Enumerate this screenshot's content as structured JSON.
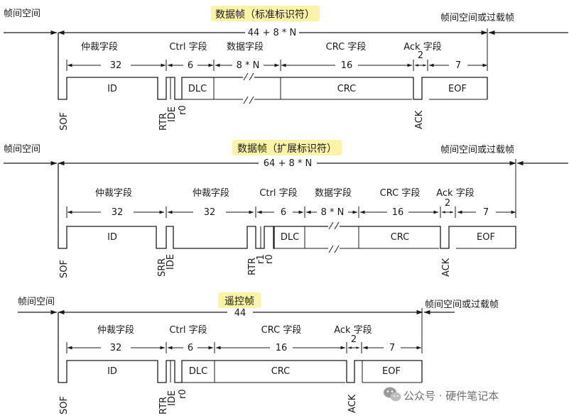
{
  "colors": {
    "title_highlight": "#fbf3a6",
    "ink": "#1a1a1a",
    "watermark": "#6f6f6f"
  },
  "watermark": {
    "icon": "wechat-icon",
    "text": "公众号 · 硬件笔记本"
  },
  "frames": [
    {
      "title": "数据帧（标准标识符）",
      "interframe_left": "帧间空间",
      "interframe_right": "帧间空间或过载帧",
      "total_length": "44 + 8 * N",
      "groups": [
        {
          "label": "仲裁字段"
        },
        {
          "label": "Ctrl 字段"
        },
        {
          "label": "数据字段"
        },
        {
          "label": "CRC 字段"
        },
        {
          "label": "Ack 字段"
        }
      ],
      "dimensions": [
        "32",
        "6",
        "8 * N",
        "16",
        "2",
        "7"
      ],
      "fields": [
        "ID",
        "DLC",
        "CRC",
        "EOF"
      ],
      "bits": [
        "SOF",
        "RTR",
        "IDE",
        "r0",
        "ACK"
      ]
    },
    {
      "title": "数据帧（扩展标识符）",
      "interframe_left": "帧间空间",
      "interframe_right": "帧间空间或过载帧",
      "total_length": "64 + 8 * N",
      "groups": [
        {
          "label": "仲裁字段"
        },
        {
          "label": "仲裁字段"
        },
        {
          "label": "Ctrl 字段"
        },
        {
          "label": "数据字段"
        },
        {
          "label": "CRC 字段"
        },
        {
          "label": "Ack 字段"
        }
      ],
      "dimensions": [
        "32",
        "32",
        "6",
        "8 * N",
        "16",
        "2",
        "7"
      ],
      "fields": [
        "ID",
        "DLC",
        "CRC",
        "EOF"
      ],
      "bits": [
        "SOF",
        "SRR",
        "IDE",
        "RTR",
        "r1",
        "r0",
        "ACK"
      ]
    },
    {
      "title": "遥控帧",
      "interframe_left": "帧间空间",
      "interframe_right": "帧间空间或过载帧",
      "total_length": "44",
      "groups": [
        {
          "label": "仲裁字段"
        },
        {
          "label": "Ctrl 字段"
        },
        {
          "label": "CRC 字段"
        },
        {
          "label": "Ack 字段"
        }
      ],
      "dimensions": [
        "32",
        "6",
        "16",
        "2",
        "7"
      ],
      "fields": [
        "ID",
        "DLC",
        "CRC",
        "EOF"
      ],
      "bits": [
        "SOF",
        "RTR",
        "IDE",
        "r0",
        "ACK"
      ]
    }
  ]
}
